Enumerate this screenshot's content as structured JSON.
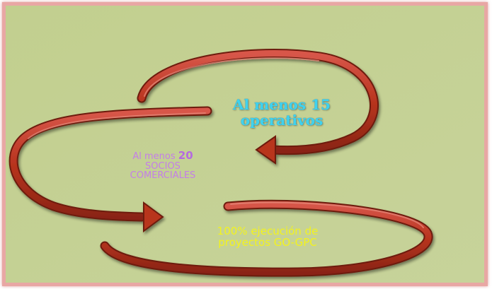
{
  "diagram": {
    "background_color": "#c4d193",
    "frame_color": "#e8a7a4",
    "arrow_color": "#b8341f",
    "labels": {
      "operativos": {
        "line1": "Al menos 15",
        "line2": "operativos",
        "color": "#3fd2ef"
      },
      "socios": {
        "prefix": "Al menos ",
        "number": "20",
        "line2": "SOCIOS",
        "line3": "COMERCIALES",
        "color": "#c47ee8"
      },
      "gpc": {
        "line1": "100% ejecución de",
        "line2": "proyectos GO-GPC",
        "color": "#f3f31e"
      }
    }
  }
}
